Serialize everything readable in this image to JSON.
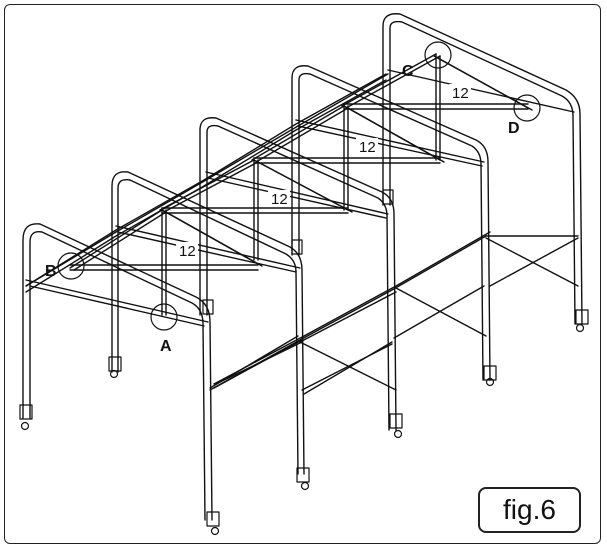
{
  "figure": {
    "label": "fig.6"
  },
  "callouts": {
    "a": "A",
    "b": "B",
    "c": "C",
    "d": "D"
  },
  "measurements": {
    "m1": "12",
    "m2": "12",
    "m3": "12",
    "m4": "12"
  }
}
